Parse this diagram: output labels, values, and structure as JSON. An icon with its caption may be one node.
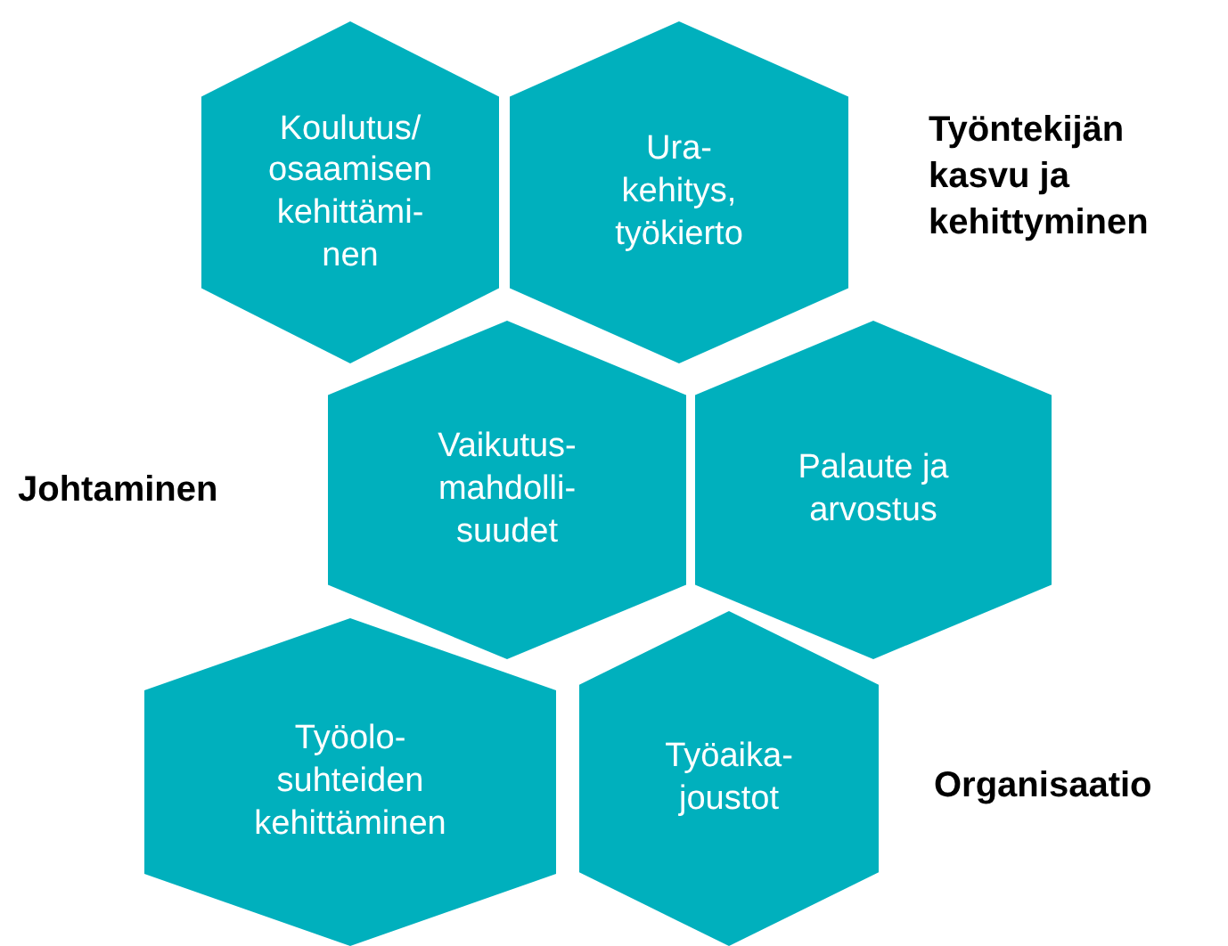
{
  "diagram": {
    "nodes": [
      {
        "text": [
          "Koulutus/ osaamisen kehittämi- nen"
        ]
      },
      {
        "text": [
          "Ura- kehitys, työkierto"
        ]
      },
      {
        "text": [
          "Vaikutus- mahdolli- suudet"
        ]
      },
      {
        "text": [
          "Palaute ja arvostus"
        ]
      },
      {
        "text": [
          "Työolo- suhteiden kehittäminen"
        ]
      },
      {
        "text": [
          "Työaika- joustot"
        ]
      }
    ],
    "labels": [
      "Työntekijän kasvu ja kehittyminen",
      "Johtaminen",
      "Organisaatio"
    ]
  }
}
